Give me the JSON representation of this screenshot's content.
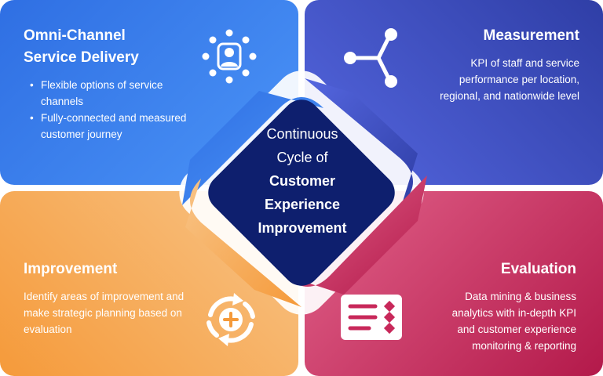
{
  "quadrants": {
    "top_left": {
      "title_line1": "Omni-Channel",
      "title_line2": "Service Delivery",
      "bullets": [
        "Flexible options of service channels",
        "Fully-connected and measured customer journey"
      ],
      "icon": "user-network-icon"
    },
    "top_right": {
      "title": "Measurement",
      "description": "KPI of staff and service performance per location, regional, and nationwide level",
      "icon": "share-nodes-icon"
    },
    "bottom_left": {
      "title": "Improvement",
      "description": "Identify areas of improvement and make strategic planning based on evaluation",
      "icon": "plus-cycle-icon"
    },
    "bottom_right": {
      "title": "Evaluation",
      "description": "Data mining & business analytics with in-depth KPI and customer experience monitoring & reporting",
      "icon": "checklist-icon"
    }
  },
  "center": {
    "line1": "Continuous",
    "line2": "Cycle of",
    "line3": "Customer",
    "line4": "Experience",
    "line5": "Improvement"
  },
  "colors": {
    "blue": "#2f6fe3",
    "indigo": "#2f3ea6",
    "orange": "#f59a3a",
    "crimson": "#b3194a",
    "center": "#0e1f6e"
  }
}
